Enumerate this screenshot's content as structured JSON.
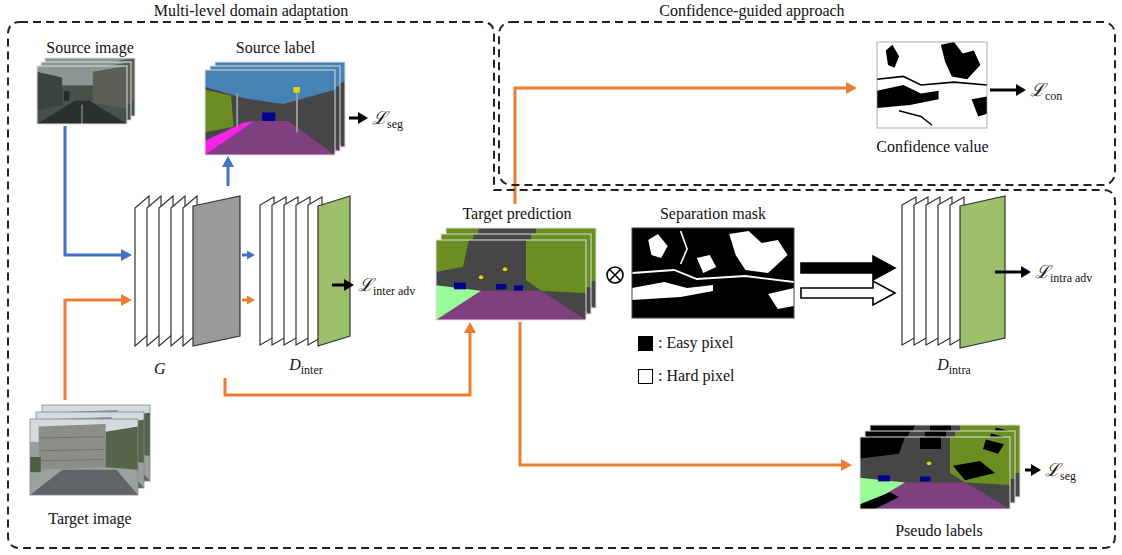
{
  "diagram": {
    "nodes": [
      {
        "text": [
          "Multi-level domain adaptation"
        ]
      },
      {
        "text": [
          "Confidence-guided approach"
        ]
      },
      {
        "text": [
          "Source image"
        ],
        "in": 0
      },
      {
        "text": [
          "Source label"
        ],
        "in": 0
      },
      {
        "text": [
          "Confidence value"
        ],
        "in": 1
      },
      {
        "text": [
          "G"
        ],
        "in": 0
      },
      {
        "text": [
          "Dinter"
        ],
        "in": 0
      },
      {
        "text": [
          "Target prediction"
        ],
        "in": 0
      },
      {
        "text": [
          "Separation mask"
        ],
        "in": 0
      },
      {
        "text": [
          "Dintra"
        ],
        "in": 0
      },
      {
        "text": [
          "Pseudo labels"
        ],
        "in": 0
      },
      {
        "text": [
          "Target image"
        ],
        "in": 0
      }
    ],
    "edges": [
      {
        "from": 2,
        "to": 5,
        "arrow": "to"
      },
      {
        "from": 11,
        "to": 5,
        "arrow": "to"
      },
      {
        "from": 5,
        "to": 3,
        "arrow": "to"
      },
      {
        "from": 5,
        "to": 6,
        "arrow": "to"
      },
      {
        "from": 5,
        "to": 6,
        "arrow": "to"
      },
      {
        "from": 5,
        "to": 7,
        "arrow": "to"
      },
      {
        "from": 7,
        "to": 4,
        "arrow": "to"
      },
      {
        "from": 7,
        "to": 10,
        "arrow": "to"
      },
      {
        "from": 8,
        "to": 9,
        "arrow": "to"
      },
      {
        "from": 8,
        "to": 9,
        "arrow": "to"
      }
    ],
    "labels": [
      "ℒseg",
      "ℒinter adv",
      "ℒcon",
      "ℒintra adv",
      "ℒseg"
    ],
    "legend": [
      {
        "text": ": Easy pixel",
        "color": "#000000"
      },
      {
        "text": ": Hard pixel",
        "color": "#ffffff"
      }
    ]
  }
}
